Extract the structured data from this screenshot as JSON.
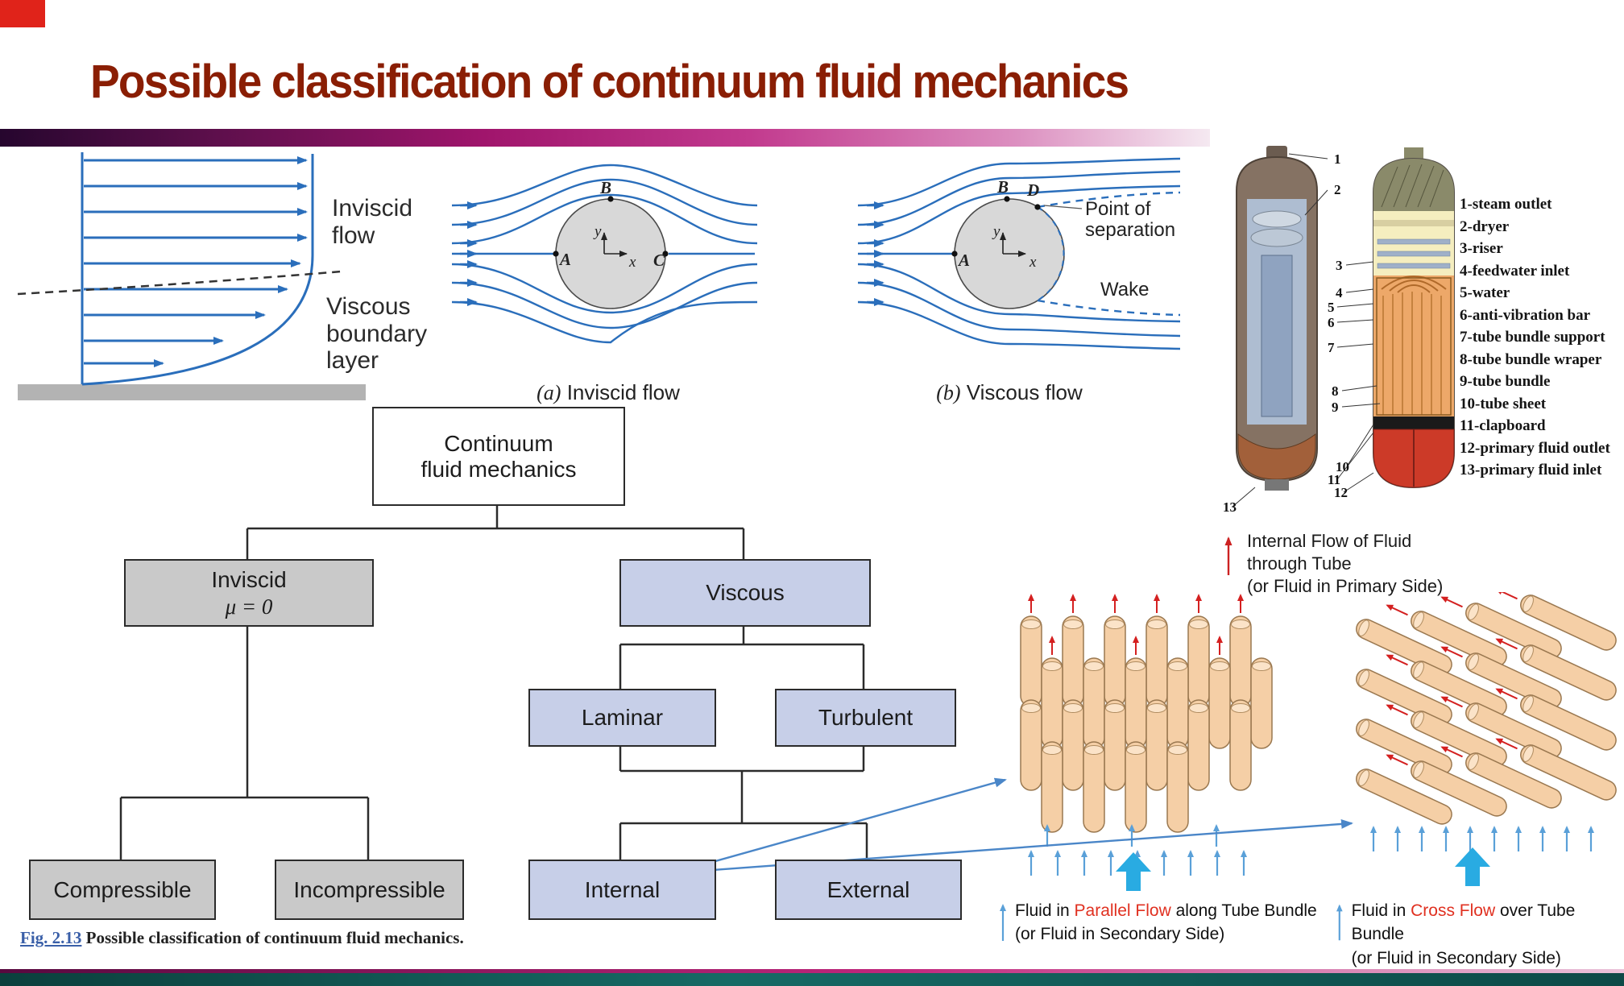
{
  "slide": {
    "title": "Possible classification of continuum fluid mechanics"
  },
  "profile_diagram": {
    "inviscid_label": "Inviscid flow",
    "viscous_label": "Viscous boundary layer"
  },
  "diagram_a": {
    "caption_prefix": "(a)",
    "caption_text": " Inviscid flow",
    "point_a": "A",
    "point_b": "B",
    "point_c": "C",
    "axis_x": "x",
    "axis_y": "y"
  },
  "diagram_b": {
    "caption_prefix": "(b)",
    "caption_text": " Viscous flow",
    "point_a": "A",
    "point_b": "B",
    "point_d": "D",
    "axis_x": "x",
    "axis_y": "y",
    "separation_line1": "Point of",
    "separation_line2": "separation",
    "wake": "Wake"
  },
  "flowchart": {
    "root_line1": "Continuum",
    "root_line2": "fluid mechanics",
    "inviscid_line1": "Inviscid",
    "inviscid_line2": "μ = 0",
    "viscous": "Viscous",
    "laminar": "Laminar",
    "turbulent": "Turbulent",
    "compressible": "Compressible",
    "incompressible": "Incompressible",
    "internal": "Internal",
    "external": "External"
  },
  "figure_caption": {
    "ref": "Fig. 2.13",
    "text": " Possible classification of continuum fluid mechanics."
  },
  "steam_generator": {
    "legend": [
      "1-steam outlet",
      "2-dryer",
      "3-riser",
      "4-feedwater inlet",
      "5-water",
      "6-anti-vibration bar",
      "7-tube bundle support",
      "8-tube bundle wraper",
      "9-tube bundle",
      "10-tube sheet",
      "11-clapboard",
      "12-primary fluid outlet",
      "13-primary fluid inlet"
    ],
    "callouts": [
      "1",
      "2",
      "3",
      "4",
      "5",
      "6",
      "7",
      "8",
      "9",
      "10",
      "11",
      "12",
      "13"
    ]
  },
  "flow_notes": {
    "internal_line1": "Internal Flow of Fluid",
    "internal_line2": "through Tube",
    "internal_line3": "(or Fluid in Primary Side)",
    "parallel_prefix": "Fluid in ",
    "parallel_highlight": "Parallel Flow",
    "parallel_suffix": " along Tube Bundle",
    "parallel_line2": "(or Fluid in Secondary Side)",
    "cross_prefix": "Fluid in ",
    "cross_highlight": "Cross Flow",
    "cross_suffix": " over Tube Bundle",
    "cross_line2": "(or Fluid in Secondary Side)"
  },
  "colors": {
    "title_red": "#8a1e04",
    "accent_magenta": "#a0156c",
    "teal_bar": "#11605d",
    "box_gray": "#c9c9c9",
    "box_blue": "#c7cfe8",
    "stream_blue": "#2a6ebb",
    "highlight_red": "#e03020",
    "tube_tan": "#f5cfa6",
    "cyan_arrow": "#29abe2"
  }
}
